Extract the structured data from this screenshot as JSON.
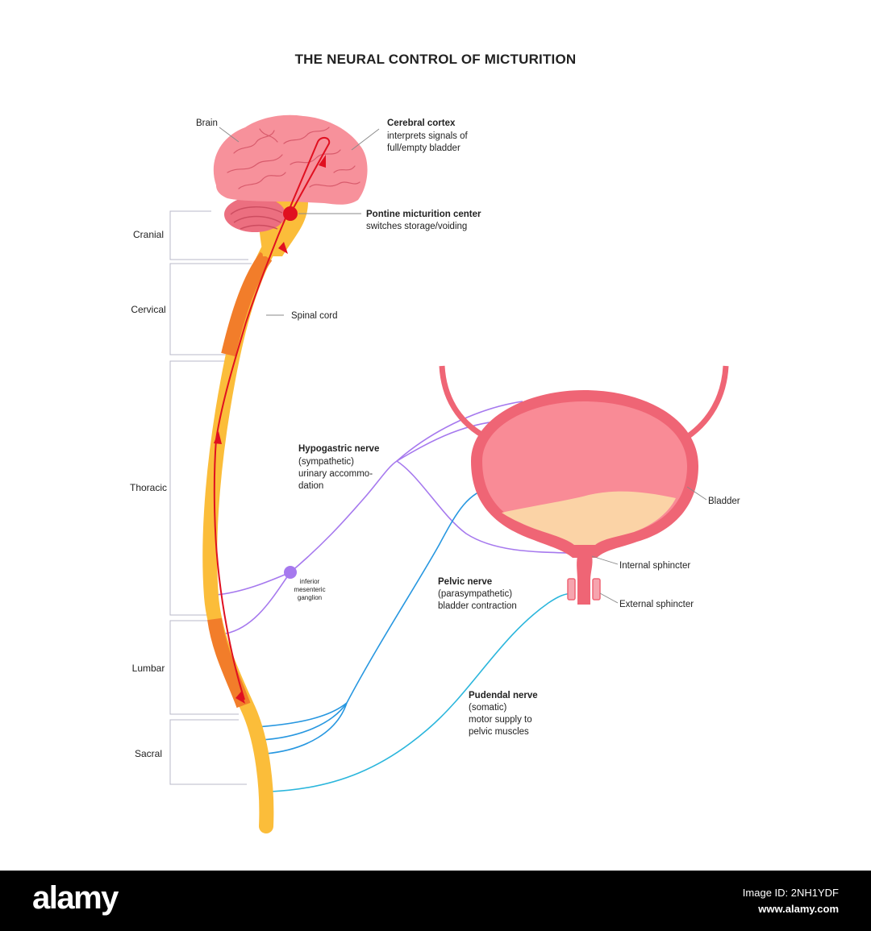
{
  "title": "THE NEURAL CONTROL OF MICTURITION",
  "segments": {
    "cranial": "Cranial",
    "cervical": "Cervical",
    "thoracic": "Thoracic",
    "lumbar": "Lumbar",
    "sacral": "Sacral"
  },
  "labels": {
    "brain": "Brain",
    "cortex_title": "Cerebral cortex",
    "cortex_line1": "interprets signals of",
    "cortex_line2": "full/empty bladder",
    "pmc_title": "Pontine micturition center",
    "pmc_line1": "switches storage/voiding",
    "spinal_cord": "Spinal cord",
    "hypogastric_title": "Hypogastric nerve",
    "hypogastric_line1": "(sympathetic)",
    "hypogastric_line2": "urinary accommo-",
    "hypogastric_line3": "dation",
    "ganglion_line1": "inferior",
    "ganglion_line2": "mesenteric",
    "ganglion_line3": "ganglion",
    "pelvic_title": "Pelvic nerve",
    "pelvic_line1": "(parasympathetic)",
    "pelvic_line2": "bladder contraction",
    "pudendal_title": "Pudendal nerve",
    "pudendal_line1": "(somatic)",
    "pudendal_line2": "motor supply to",
    "pudendal_line3": "pelvic muscles",
    "bladder": "Bladder",
    "internal_sphincter": "Internal sphincter",
    "external_sphincter": "External sphincter"
  },
  "colors": {
    "brain": "#f7919b",
    "cerebellum": "#ec6f80",
    "cord_light": "#fbbd3a",
    "cord_dark": "#f27d2a",
    "signal_path": "#e01020",
    "hypogastric_nerve": "#a679ee",
    "pelvic_nerve": "#2797e0",
    "pudendal_nerve": "#2bb6dc",
    "bladder_wall": "#ef6575",
    "bladder_inner": "#f98b96",
    "urine": "#fbd3a6"
  },
  "footer": {
    "logo": "alamy",
    "image_id": "Image ID: 2NH1YDF",
    "site": "www.alamy.com"
  }
}
